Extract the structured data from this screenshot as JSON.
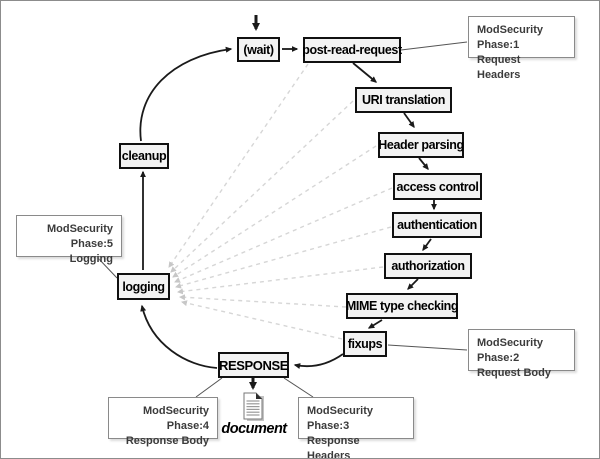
{
  "diagram": {
    "description": "Apache request cycle with ModSecurity phases",
    "nodes": {
      "wait": "(wait)",
      "post_read_request": "post-read-request",
      "uri_translation": "URI translation",
      "header_parsing": "Header parsing",
      "access_control": "access control",
      "authentication": "authentication",
      "authorization": "authorization",
      "mime_type_checking": "MIME type checking",
      "fixups": "fixups",
      "response": "RESPONSE",
      "logging": "logging",
      "cleanup": "cleanup"
    },
    "annotations": {
      "phase1": {
        "line1": "ModSecurity Phase:1",
        "line2": "Request Headers"
      },
      "phase2": {
        "line1": "ModSecurity Phase:2",
        "line2": "Request Body"
      },
      "phase3": {
        "line1": "ModSecurity Phase:3",
        "line2": "Response Headers"
      },
      "phase4": {
        "line1": "ModSecurity Phase:4",
        "line2": "Response Body"
      },
      "phase5": {
        "line1": "ModSecurity Phase:5",
        "line2": "Logging"
      }
    },
    "document_label": "document",
    "icons": {
      "document": "document-icon"
    },
    "colors": {
      "node_fill": "#f3f3f3",
      "node_border": "#111111",
      "annotation_border": "#8a8a8a",
      "annotation_text": "#3b3b3b",
      "solid_arrow": "#1a1a1a",
      "dashed_arrow": "#d6d6d6",
      "frame_border": "#8c8c8c"
    }
  }
}
